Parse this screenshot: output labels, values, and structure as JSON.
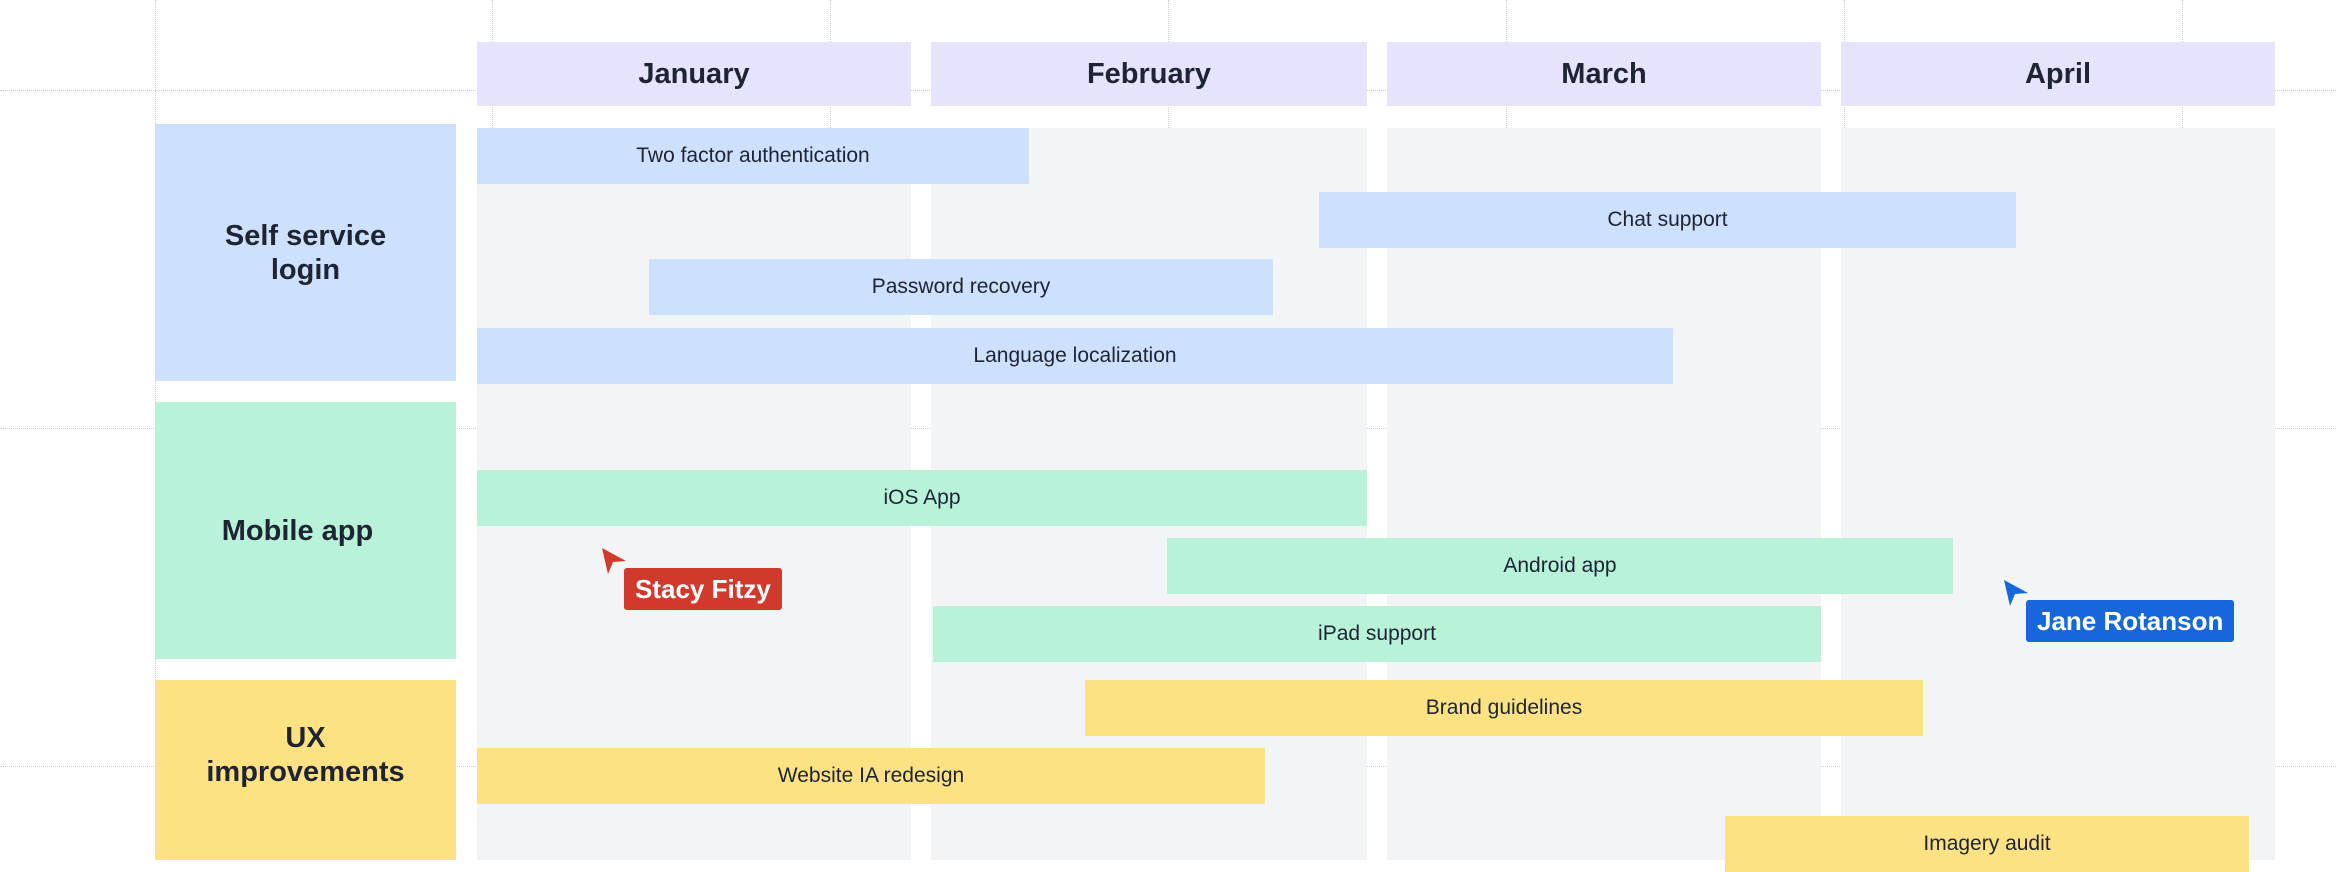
{
  "months": [
    {
      "label": "January"
    },
    {
      "label": "February"
    },
    {
      "label": "March"
    },
    {
      "label": "April"
    }
  ],
  "swimlanes": [
    {
      "label": "Self service\nlogin",
      "color": "#cde0fd"
    },
    {
      "label": "Mobile app",
      "color": "#b7f2d9"
    },
    {
      "label": "UX\nimprovements",
      "color": "#fde283"
    }
  ],
  "tasks": [
    {
      "label": "Two factor authentication",
      "lane": "Self service login"
    },
    {
      "label": "Chat support",
      "lane": "Self service login"
    },
    {
      "label": "Password recovery",
      "lane": "Self service login"
    },
    {
      "label": "Language localization",
      "lane": "Self service login"
    },
    {
      "label": "iOS App",
      "lane": "Mobile app"
    },
    {
      "label": "Android app",
      "lane": "Mobile app"
    },
    {
      "label": "iPad support",
      "lane": "Mobile app"
    },
    {
      "label": "Brand guidelines",
      "lane": "UX improvements"
    },
    {
      "label": "Website IA redesign",
      "lane": "UX improvements"
    },
    {
      "label": "Imagery audit",
      "lane": "UX improvements"
    }
  ],
  "collaborators": [
    {
      "name": "Stacy Fitzy",
      "color": "#d0392b"
    },
    {
      "name": "Jane Rotanson",
      "color": "#1667d9"
    }
  ],
  "colors": {
    "month_header": "#e6e3fd",
    "month_column": "#f3f4f6",
    "blue_lane": "#cde0fd",
    "green_lane": "#b7f2d9",
    "yellow_lane": "#fde283"
  }
}
